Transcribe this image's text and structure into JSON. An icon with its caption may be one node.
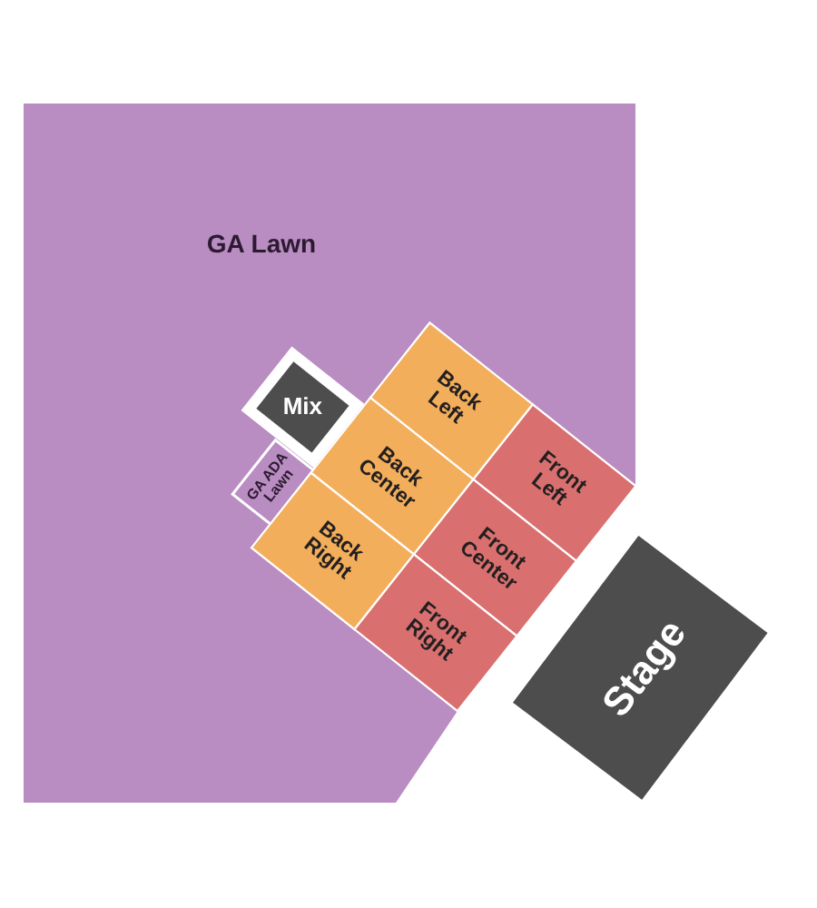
{
  "diagram": {
    "nodes": [
      {
        "text": [
          "GA Lawn"
        ]
      },
      {
        "text": [
          "Mix"
        ],
        "in": 0
      },
      {
        "text": [
          "GA ADA Lawn"
        ],
        "in": 0
      },
      {
        "text": [
          "Back Left"
        ],
        "in": 0
      },
      {
        "text": [
          "Back Center"
        ],
        "in": 0
      },
      {
        "text": [
          "Back Right"
        ],
        "in": 0
      },
      {
        "text": [
          "Front Left"
        ],
        "in": 0
      },
      {
        "text": [
          "Front Center"
        ],
        "in": 0
      },
      {
        "text": [
          "Front Right"
        ],
        "in": 0
      },
      {
        "text": [
          "Stage"
        ]
      }
    ]
  }
}
